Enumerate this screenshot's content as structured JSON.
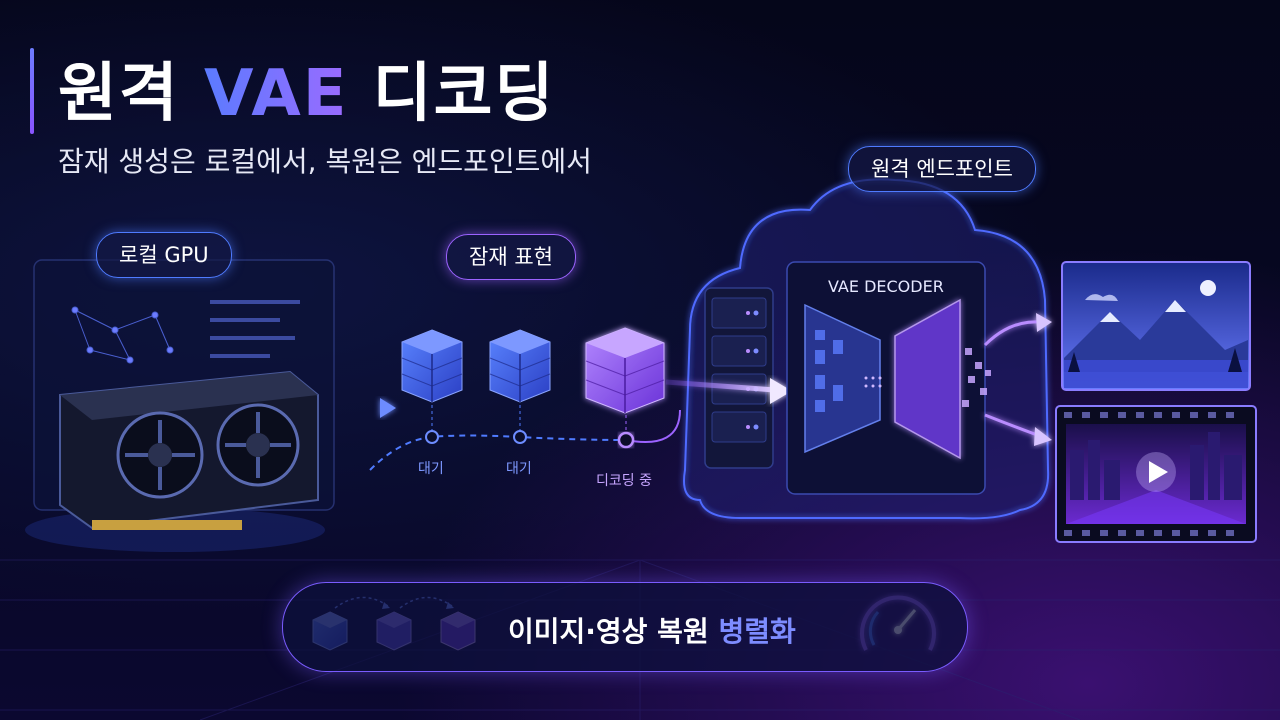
{
  "title": {
    "part1": "원격 ",
    "accent": "VAE",
    "part2": " 디코딩"
  },
  "subtitle": "잠재 생성은 로컬에서, 복원은 엔드포인트에서",
  "labels": {
    "local_gpu": "로컬 GPU",
    "latent": "잠재 표현",
    "remote_endpoint": "원격 엔드포인트",
    "decoder": "VAE DECODER"
  },
  "queue": [
    {
      "status": "대기"
    },
    {
      "status": "대기"
    },
    {
      "status": "디코딩 중"
    }
  ],
  "outputs": [
    "image",
    "video"
  ],
  "bottom": {
    "main": "이미지·영상 복원 ",
    "highlight": "병렬화"
  },
  "icons": [
    "gpu-icon",
    "latent-cube-icon",
    "server-rack-icon",
    "cloud-icon",
    "image-icon",
    "video-icon",
    "speed-gauge-icon"
  ],
  "colors": {
    "accent_blue": "#4f7bff",
    "accent_purple": "#9c63ff",
    "background": "#05061a"
  }
}
